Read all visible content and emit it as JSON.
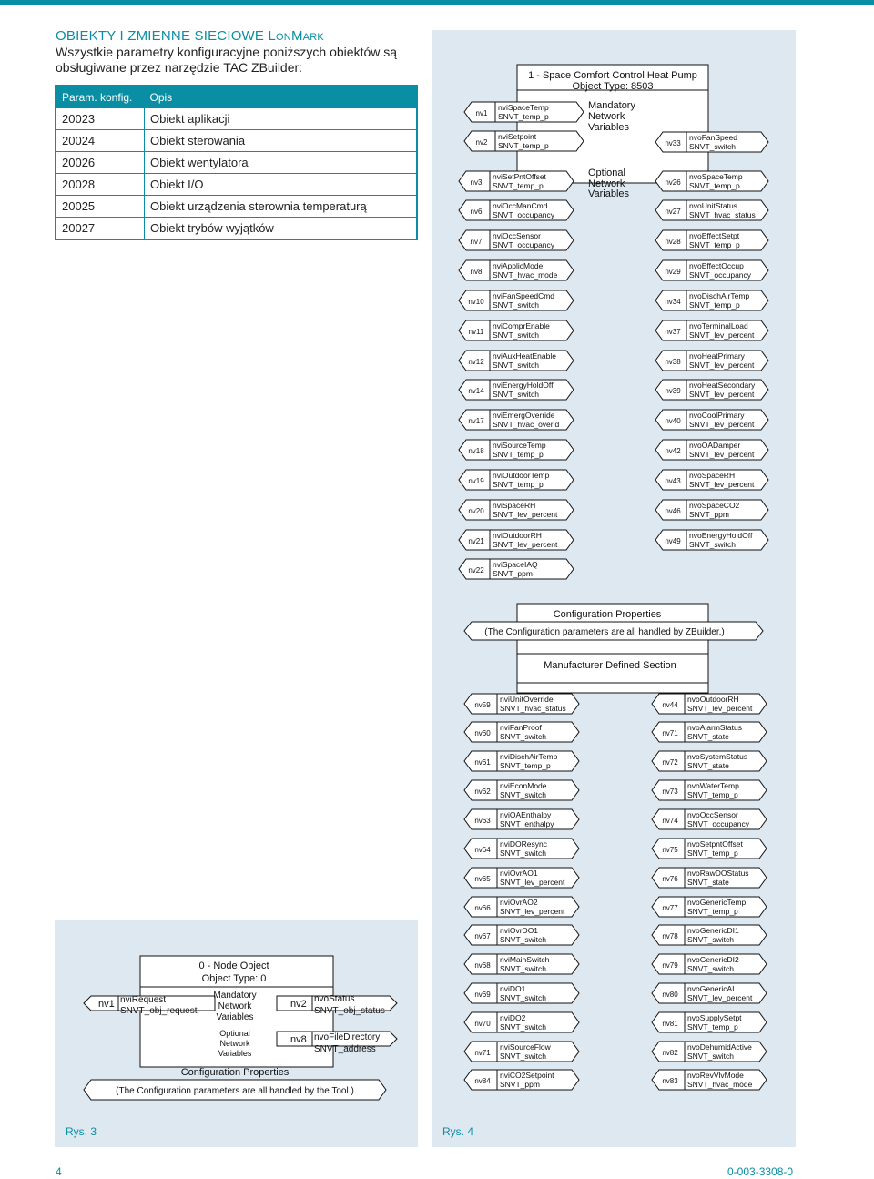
{
  "header": {
    "title_main": "OBIEKTY I ZMIENNE SIECIOWE L",
    "title_sc": "ON",
    "title_m": "M",
    "title_sc2": "ARK",
    "intro": "Wszystkie parametry konfiguracyjne poniższych obiektów są obsługiwane przez narzędzie TAC ZBuilder:"
  },
  "table": {
    "headers": [
      "Param. konfig.",
      "Opis"
    ],
    "rows": [
      [
        "20023",
        "Obiekt aplikacji"
      ],
      [
        "20024",
        "Obiekt sterowania"
      ],
      [
        "20026",
        "Obiekt wentylatora"
      ],
      [
        "20028",
        "Obiekt I/O"
      ],
      [
        "20025",
        "Obiekt urządzenia sterownia temperaturą"
      ],
      [
        "20027",
        "Obiekt trybów wyjątków"
      ]
    ]
  },
  "fig3": {
    "caption": "Rys. 3",
    "title1": "0 - Node Object",
    "title2": "Object Type: 0",
    "mandatory": [
      "Mandatory",
      "Network",
      "Variables"
    ],
    "optional": [
      "Optional",
      "Network",
      "Variables"
    ],
    "config_label": "Configuration Properties",
    "config_note": "(The Configuration parameters are all handled by the Tool.)",
    "inputs": [
      {
        "nv": "nv1",
        "name": "nviRequest",
        "type": "SNVT_obj_request"
      }
    ],
    "outputs": [
      {
        "nv": "nv2",
        "name": "nvoStatus",
        "type": "SNVT_obj_status"
      },
      {
        "nv": "nv8",
        "name": "nvoFileDirectory",
        "type": "SNVT_address"
      }
    ]
  },
  "fig4": {
    "caption": "Rys. 4",
    "title1": "1 - Space Comfort Control Heat Pump",
    "title2": "Object Type: 8503",
    "mandatory": [
      "Mandatory",
      "Network",
      "Variables"
    ],
    "optional": [
      "Optional",
      "Network",
      "Variables"
    ],
    "inputs": [
      {
        "nv": "nv1",
        "name": "nviSpaceTemp",
        "type": "SNVT_temp_p"
      },
      {
        "nv": "nv2",
        "name": "nviSetpoint",
        "type": "SNVT_temp_p"
      },
      {
        "nv": "nv3",
        "name": "nviSetPntOffset",
        "type": "SNVT_temp_p"
      },
      {
        "nv": "nv6",
        "name": "nviOccManCmd",
        "type": "SNVT_occupancy"
      },
      {
        "nv": "nv7",
        "name": "nviOccSensor",
        "type": "SNVT_occupancy"
      },
      {
        "nv": "nv8",
        "name": "nviApplicMode",
        "type": "SNVT_hvac_mode"
      },
      {
        "nv": "nv10",
        "name": "nviFanSpeedCmd",
        "type": "SNVT_switch"
      },
      {
        "nv": "nv11",
        "name": "nviComprEnable",
        "type": "SNVT_switch"
      },
      {
        "nv": "nv12",
        "name": "nviAuxHeatEnable",
        "type": "SNVT_switch"
      },
      {
        "nv": "nv14",
        "name": "nviEnergyHoldOff",
        "type": "SNVT_switch"
      },
      {
        "nv": "nv17",
        "name": "nviEmergOverride",
        "type": "SNVT_hvac_overid"
      },
      {
        "nv": "nv18",
        "name": "nviSourceTemp",
        "type": "SNVT_temp_p"
      },
      {
        "nv": "nv19",
        "name": "nviOutdoorTemp",
        "type": "SNVT_temp_p"
      },
      {
        "nv": "nv20",
        "name": "nviSpaceRH",
        "type": "SNVT_lev_percent"
      },
      {
        "nv": "nv21",
        "name": "nviOutdoorRH",
        "type": "SNVT_lev_percent"
      },
      {
        "nv": "nv22",
        "name": "nviSpaceIAQ",
        "type": "SNVT_ppm"
      }
    ],
    "outputs": [
      {
        "nv": "nv33",
        "name": "nvoFanSpeed",
        "type": "SNVT_switch"
      },
      {
        "nv": "nv26",
        "name": "nvoSpaceTemp",
        "type": "SNVT_temp_p"
      },
      {
        "nv": "nv27",
        "name": "nvoUnitStatus",
        "type": "SNVT_hvac_status"
      },
      {
        "nv": "nv28",
        "name": "nvoEffectSetpt",
        "type": "SNVT_temp_p"
      },
      {
        "nv": "nv29",
        "name": "nvoEffectOccup",
        "type": "SNVT_occupancy"
      },
      {
        "nv": "nv34",
        "name": "nvoDischAirTemp",
        "type": "SNVT_temp_p"
      },
      {
        "nv": "nv37",
        "name": "nvoTerminalLoad",
        "type": "SNVT_lev_percent"
      },
      {
        "nv": "nv38",
        "name": "nvoHeatPrimary",
        "type": "SNVT_lev_percent"
      },
      {
        "nv": "nv39",
        "name": "nvoHeatSecondary",
        "type": "SNVT_lev_percent"
      },
      {
        "nv": "nv40",
        "name": "nvoCoolPrimary",
        "type": "SNVT_lev_percent"
      },
      {
        "nv": "nv42",
        "name": "nvoOADamper",
        "type": "SNVT_lev_percent"
      },
      {
        "nv": "nv43",
        "name": "nvoSpaceRH",
        "type": "SNVT_lev_percent"
      },
      {
        "nv": "nv46",
        "name": "nvoSpaceCO2",
        "type": "SNVT_ppm"
      },
      {
        "nv": "nv49",
        "name": "nvoEnergyHoldOff",
        "type": "SNVT_switch"
      }
    ],
    "config_label": "Configuration Properties",
    "config_note": "(The Configuration parameters are all handled by ZBuilder.)",
    "manufacturer_label": "Manufacturer Defined Section",
    "mfr_inputs": [
      {
        "nv": "nv59",
        "name": "nviUnitOverride",
        "type": "SNVT_hvac_status"
      },
      {
        "nv": "nv60",
        "name": "nviFanProof",
        "type": "SNVT_switch"
      },
      {
        "nv": "nv61",
        "name": "nviDischAirTemp",
        "type": "SNVT_temp_p"
      },
      {
        "nv": "nv62",
        "name": "nviEconMode",
        "type": "SNVT_switch"
      },
      {
        "nv": "nv63",
        "name": "nviOAEnthalpy",
        "type": "SNVT_enthalpy"
      },
      {
        "nv": "nv64",
        "name": "nviDOResync",
        "type": "SNVT_switch"
      },
      {
        "nv": "nv65",
        "name": "nviOvrAO1",
        "type": "SNVT_lev_percent"
      },
      {
        "nv": "nv66",
        "name": "nviOvrAO2",
        "type": "SNVT_lev_percent"
      },
      {
        "nv": "nv67",
        "name": "nviOvrDO1",
        "type": "SNVT_switch"
      },
      {
        "nv": "nv68",
        "name": "nviMainSwitch",
        "type": "SNVT_switch"
      },
      {
        "nv": "nv69",
        "name": "nviDO1",
        "type": "SNVT_switch"
      },
      {
        "nv": "nv70",
        "name": "nviDO2",
        "type": "SNVT_switch"
      },
      {
        "nv": "nv71",
        "name": "nviSourceFlow",
        "type": "SNVT_switch"
      },
      {
        "nv": "nv84",
        "name": "nviCO2Setpoint",
        "type": "SNVT_ppm"
      }
    ],
    "mfr_outputs": [
      {
        "nv": "nv44",
        "name": "nvoOutdoorRH",
        "type": "SNVT_lev_percent"
      },
      {
        "nv": "nv71",
        "name": "nvoAlarmStatus",
        "type": "SNVT_state"
      },
      {
        "nv": "nv72",
        "name": "nvoSystemStatus",
        "type": "SNVT_state"
      },
      {
        "nv": "nv73",
        "name": "nvoWaterTemp",
        "type": "SNVT_temp_p"
      },
      {
        "nv": "nv74",
        "name": "nvoOccSensor",
        "type": "SNVT_occupancy"
      },
      {
        "nv": "nv75",
        "name": "nvoSetpntOffset",
        "type": "SNVT_temp_p"
      },
      {
        "nv": "nv76",
        "name": "nvoRawDOStatus",
        "type": "SNVT_state"
      },
      {
        "nv": "nv77",
        "name": "nvoGenericTemp",
        "type": "SNVT_temp_p"
      },
      {
        "nv": "nv78",
        "name": "nvoGenericDI1",
        "type": "SNVT_switch"
      },
      {
        "nv": "nv79",
        "name": "nvoGenericDI2",
        "type": "SNVT_switch"
      },
      {
        "nv": "nv80",
        "name": "nvoGenericAI",
        "type": "SNVT_lev_percent"
      },
      {
        "nv": "nv81",
        "name": "nvoSupplySetpt",
        "type": "SNVT_temp_p"
      },
      {
        "nv": "nv82",
        "name": "nvoDehumidActive",
        "type": "SNVT_switch"
      },
      {
        "nv": "nv83",
        "name": "nvoRevVlvMode",
        "type": "SNVT_hvac_mode"
      }
    ]
  },
  "footer": {
    "page_number": "4",
    "doc_code": "0-003-3308-0"
  }
}
